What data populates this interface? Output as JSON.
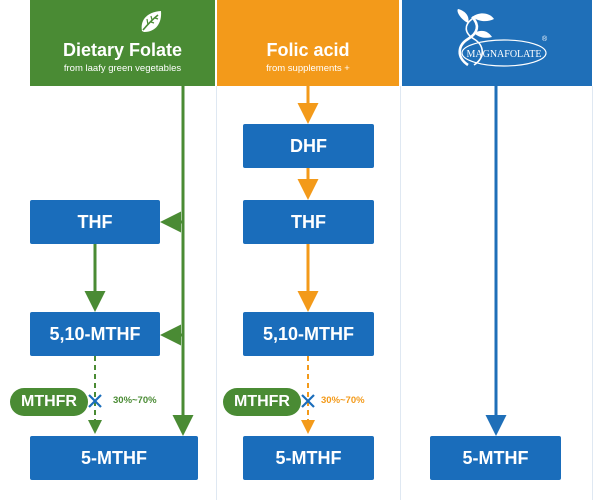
{
  "columns": [
    {
      "title": "Dietary Folate",
      "subtitle": "from laafy green vegetables",
      "color": "#4a8b34"
    },
    {
      "title": "Folic acid",
      "subtitle": "from supplements +",
      "color": "#f39a1a"
    },
    {
      "brand": "MAGNAFOLATE",
      "brand_mark": "®",
      "color": "#1f6fb8"
    }
  ],
  "nodes": {
    "dietary": [
      "THF",
      "5,10-MTHF",
      "5-MTHF"
    ],
    "folic": [
      "DHF",
      "THF",
      "5,10-MTHF",
      "5-MTHF"
    ],
    "magnafolate": [
      "5-MTHF"
    ]
  },
  "enzyme": {
    "label": "MTHFR",
    "efficiency": "30%~70%"
  },
  "colors": {
    "node": "#1a6dbb",
    "green": "#4a8b34",
    "orange": "#f39a1a",
    "blue": "#1f6fb8",
    "block_mark": "#1a6dbb"
  },
  "icons": {
    "dietary": "leaf-icon",
    "magnafolate": "brand-logo-icon",
    "block": "cross-icon"
  }
}
